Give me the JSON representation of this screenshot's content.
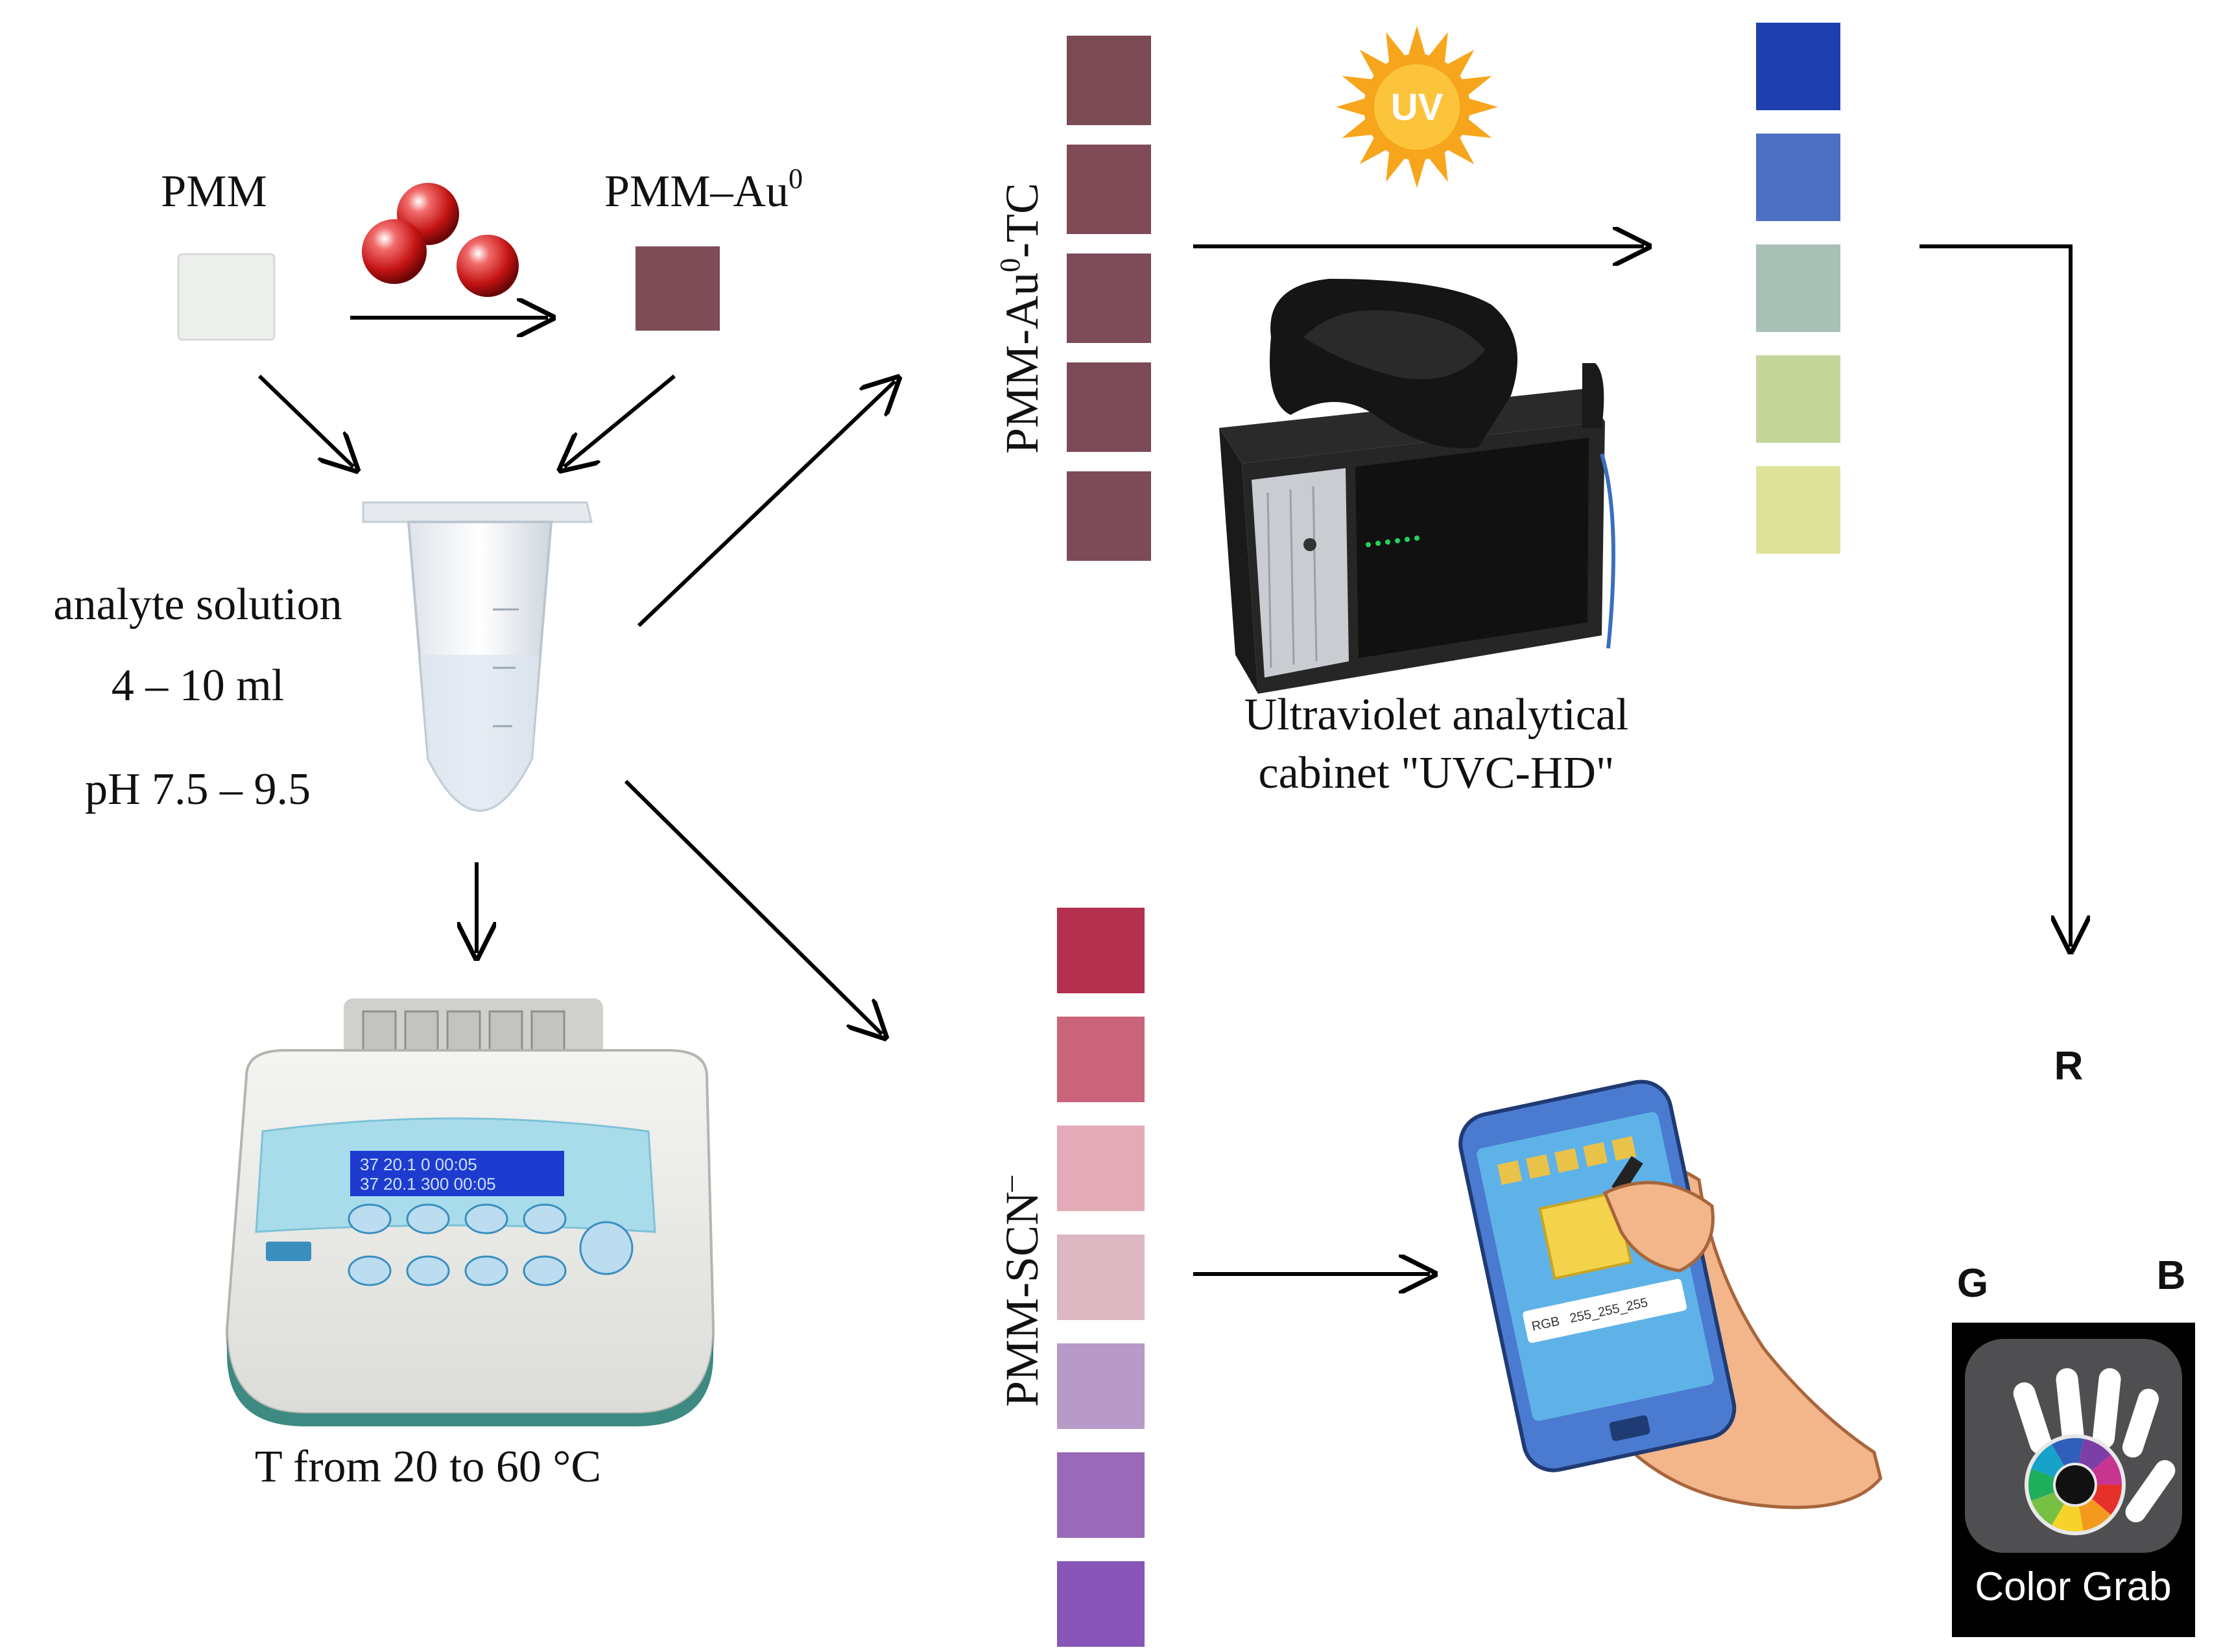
{
  "labels": {
    "pmm": "PMM",
    "pmm_au": "PMM–Au",
    "pmm_au_sup": "0",
    "analyte_solution": "analyte solution",
    "volume": "4 ‒ 10 ml",
    "ph": "pH 7.5 ‒ 9.5",
    "temperature": "T from 20 to 60 °C",
    "pmm_au_tc": "PMM-Au",
    "pmm_au_tc_sup": "0",
    "pmm_au_tc_suffix": "-TC",
    "pmm_scn": "PMM-SCN",
    "pmm_scn_sup": "–",
    "uv_badge": "UV",
    "cabinet_line1": "Ultraviolet analytical",
    "cabinet_line2": "cabinet \"UVC-HD\"",
    "thermo_screen_row1": "37 20.1  0 00:05",
    "thermo_screen_row2": "37 20.1 300 00:05",
    "phone_rgb_value": "255_255_255",
    "phone_left_label": "RGB",
    "venn_r": "R",
    "venn_g": "G",
    "venn_b": "B",
    "app_name": "Color Grab"
  },
  "swatches": {
    "tc_column": [
      "#7a4a55",
      "#7e4b57",
      "#7c4c58",
      "#7b4a56",
      "#7c4b57"
    ],
    "uv_column": [
      "#1f3fae",
      "#4d6fc4",
      "#a9c0b5",
      "#c6d69a",
      "#dfe39a"
    ],
    "scn_column": [
      "#b5304f",
      "#c9647b",
      "#e3aab8",
      "#dcb8c3",
      "#b89ac9",
      "#9a6ab8",
      "#8855b8"
    ],
    "pmm_blank": "#ecefec",
    "pmm_au_sample": "#7d4c57"
  },
  "colors": {
    "arrow": "#000000",
    "sun": "#f7a51c",
    "venn_red": "#ff0000",
    "venn_green": "#00ff00",
    "venn_blue": "#0000ff",
    "phone_body": "#4a7bd0",
    "phone_screen": "#5fb2e8",
    "hand": "#f3b58a",
    "app_bg": "#000000"
  },
  "icons": [
    "gold-nanoparticles-icon",
    "sun-icon",
    "uv-cabinet-icon",
    "microtube-icon",
    "thermo-shaker-icon",
    "phone-icon",
    "hand-icon",
    "rgb-venn-icon",
    "color-grab-app-icon"
  ]
}
